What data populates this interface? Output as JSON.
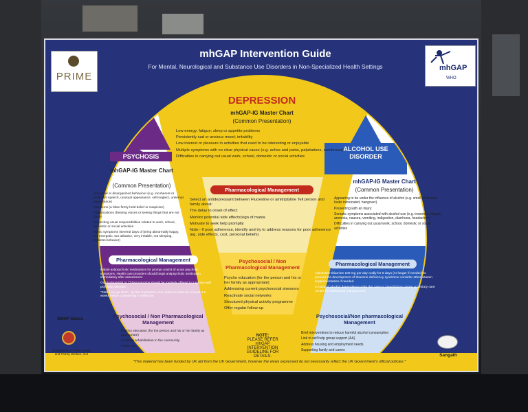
{
  "poster": {
    "title": "mhGAP Intervention Guide",
    "subtitle": "For Mental, Neurological and Substance Use Disorders in Non-Specialized Health Settings"
  },
  "logos": {
    "prime": "PRIME",
    "mhgap": "mhGAP",
    "who": "WHO",
    "dmhp": "DMHP Satara",
    "department": "Department of Public Health and Family Welfare, GoI",
    "sangath": "Sangath"
  },
  "depression": {
    "title": "DEPRESSION",
    "chart_title": "mhGAP-IG Master Chart",
    "chart_subtitle": "(Common Presentation)",
    "presentation": [
      "Low energy; fatigue; sleep or appetite problems",
      "Persistently sad or anxious mood; irritability",
      "Low interest or pleasure in activities that used to be interesting or enjoyable",
      "Multiple symptoms with no clear physical cause (e.g. aches and pains, palpitations, numbness)",
      "Difficulties in carrying out usual work, school, domestic or social activities"
    ],
    "pharm_label": "Pharmacological Management",
    "pharm_intro": "Select an antidepressant between Fluoxetine or amitriptyline Tell person and family about:",
    "pharm_items": [
      "The delay in onset of effect",
      "Monitor potential side effects/sign of mania",
      "Motivate to seek help promptly"
    ],
    "pharm_note": "Note:- If poor adherence, identify and try to address reasons for poor adherence (eg. side effects, cost, personal beliefs)",
    "psycho_label": "Psychosocial / Non Pharmacological Management",
    "psycho_items": [
      "Psycho education (for the person and his or her family as appropriate)",
      "Addressing current psychosocial stressors",
      "Reactivate social networks",
      "Structured physical activity programme",
      "Offer regular follow-up"
    ]
  },
  "psychosis": {
    "title": "PSYCHOSIS",
    "chart_title": "mhGAP-IG Master Chart",
    "chart_subtitle": "(Common Presentation)",
    "presentation": [
      "Abnormal or disorganized behaviour (e.g. incoherent or irrelevant speech, unusual appearance, self-neglect, unkempt appearance)",
      "Delusions (a false firmly held belief or suspicion)",
      "Hallucinations (hearing voices or seeing things that are not there)",
      "Neglecting usual responsibilities related to work, school, domestic or social activities",
      "Manic symptoms (several days of being abnormally happy, too energetic, too talkative, very irritable, not sleeping, reckless behavior)"
    ],
    "pharm_label": "Pharmacological Management",
    "pharm_items": [
      "Initiate antipsychotic medications for prompt control of acute psychotic symptoms. Health care providers should begin antipsychotic medication immediately after assessment.",
      "Oral Haloperidol or Chlorpromazine should be routinely offered to a person with psychotic disorder.",
      "\"Start Low, go slow\" - try the medication at an optimum dose for at least 4-6 weeks before considering it ineffective."
    ],
    "psycho_label": "Psychosocial / Non Pharmacological Management",
    "psycho_items": [
      "Psycho education (for the person and his or her family as appropriate)",
      "Facilitate rehabilitation in the community",
      "Follow up"
    ]
  },
  "alcohol": {
    "title": "ALCOHOL USE DISORDER",
    "chart_title": "mhGAP-IG Master Chart",
    "chart_subtitle": "(Common Presentation)",
    "presentation": [
      "Appearing to be under the influence of alcohol (e.g. smell of alcohol, looks intoxicated, hangover)",
      "Presenting with an injury",
      "Somatic symptoms associated with alcohol use (e.g. insomnia, fatigue, anorexia, nausea, vomiting, indigestion, diarrhoea, headaches)",
      "Difficulties in carrying out usual work, school, domestic or social activities"
    ],
    "pharm_label": "Pharmacological Management",
    "pharm_items": [
      "Administer thiamine 100 mg per day orally for 5 days (or longer if needed) to prevent the development of thiamine deficiency syndrome consider other vitamin supplementation if needed.",
      "In case of alcohol dependence refer the case to Deaddiction centre or tertiary care centre for withdrawal management"
    ],
    "psycho_label": "Psychosocial/Non pharmacological Management",
    "psycho_items": [
      "Brief interventions to reduce harmful alcohol consumption",
      "Link to self help group support (AA)",
      "Address housing and employment needs",
      "Supporting family and carers"
    ]
  },
  "note": {
    "line1": "NOTE:",
    "line2": "PLEASE REFER mhGAP INTERVENTION GUIDELINE FOR DETAILS."
  },
  "footer": "*This material has been funded by UK aid from the UK Government, however the views expressed do not necessarily reflect the UK Government's official policies.*",
  "colors": {
    "poster_bg": "#26337a",
    "depression_yellow": "#f2c91a",
    "psychosis_purple": "#6b2a86",
    "alcohol_blue": "#2a5bb8",
    "pill_red": "#c22a1e"
  }
}
